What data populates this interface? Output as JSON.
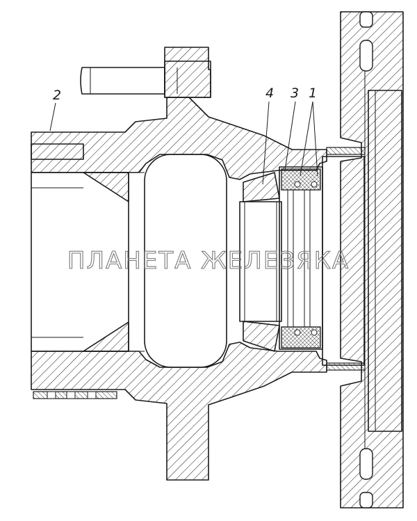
{
  "callouts": {
    "label_1": "1",
    "label_2": "2",
    "label_3": "3",
    "label_4": "4"
  },
  "watermark": {
    "text": "ПЛАНЕТА ЖЕЛЕЗЯКА"
  },
  "colors": {
    "ink": "#1a1a1a",
    "background": "#ffffff",
    "watermark": "#7a7a7a"
  }
}
